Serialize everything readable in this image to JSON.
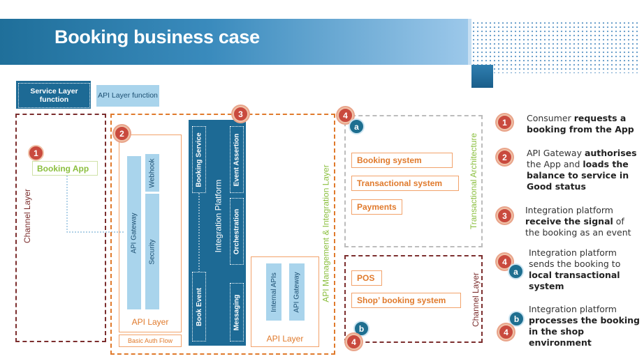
{
  "title": "Booking business case",
  "legend": {
    "service_layer": "Service Layer function",
    "api_layer": "API Layer function"
  },
  "left": {
    "channel_layer": "Channel Layer",
    "booking_app": "Booking App",
    "badge": "1"
  },
  "api_block": {
    "badge": "2",
    "api_gateway": "API Gateway",
    "security": "Security",
    "webhook": "Webhook",
    "api_layer": "API Layer",
    "basic_auth_flow": "Basic Auth Flow"
  },
  "integration": {
    "badge": "3",
    "platform": "Integration Platform",
    "booking_service": "Booking Service",
    "event_assertion": "Event Assertion",
    "orchestration": "Orchestration",
    "book_event": "Book Event",
    "messaging": "Messaging"
  },
  "api_layer2": {
    "internal_apis": "Internal APIs",
    "api_gateway": "API Gateway",
    "api_layer": "API Layer"
  },
  "mgmt_label": "API Management & Integration Layer",
  "transactional": {
    "badge_num": "4",
    "badge_letter": "a",
    "label": "Transactional Architecture",
    "systems": [
      "Booking system",
      "Transactional system",
      "Payments"
    ]
  },
  "shop": {
    "badge_num": "4",
    "badge_letter": "b",
    "label": "Channel Layer",
    "systems": [
      "POS",
      "Shop’ booking system"
    ]
  },
  "steps": [
    {
      "n": "1",
      "l": "",
      "pre": "Consumer ",
      "bold": "requests a booking from the App",
      "post": ""
    },
    {
      "n": "2",
      "l": "",
      "pre": "API Gateway ",
      "bold": "authorises",
      "mid": " the App and ",
      "bold2": "loads the balance to service in Good status"
    },
    {
      "n": "3",
      "l": "",
      "pre": "Integration platform ",
      "bold": "receive the signal",
      "post": " of the booking as an event"
    },
    {
      "n": "4",
      "l": "a",
      "pre": "Integration platform sends the booking to ",
      "bold": "local transactional system",
      "post": ""
    },
    {
      "n": "4",
      "l": "b",
      "pre": "Integration platform ",
      "bold": "processes the booking in the shop environment",
      "post": ""
    }
  ],
  "colors": {
    "dark_blue": "#1d6a95",
    "light_blue": "#a9d4ec",
    "orange": "#e07a2c",
    "brown": "#7b2d2d",
    "green": "#8bbf3f",
    "badge_red": "#c94a3e"
  }
}
